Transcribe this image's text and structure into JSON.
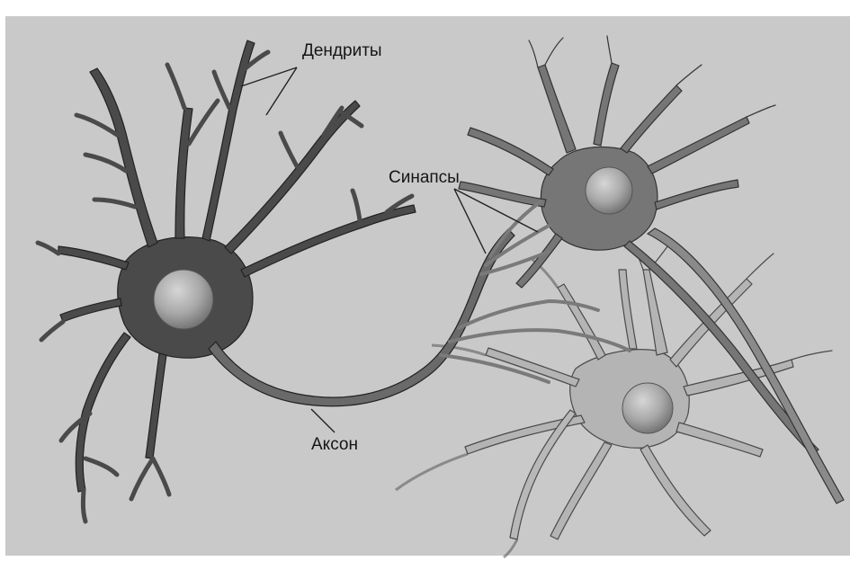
{
  "labels": {
    "dendrites": "Дендриты",
    "synapses": "Синапсы",
    "axon": "Аксон"
  },
  "colors": {
    "background": "#c9c9c9",
    "neuron_dark": "#4a4a4a",
    "neuron_medium": "#767676",
    "neuron_light": "#b0b0b0",
    "nucleus": "#a3a3a3",
    "leader_line": "#222222"
  }
}
